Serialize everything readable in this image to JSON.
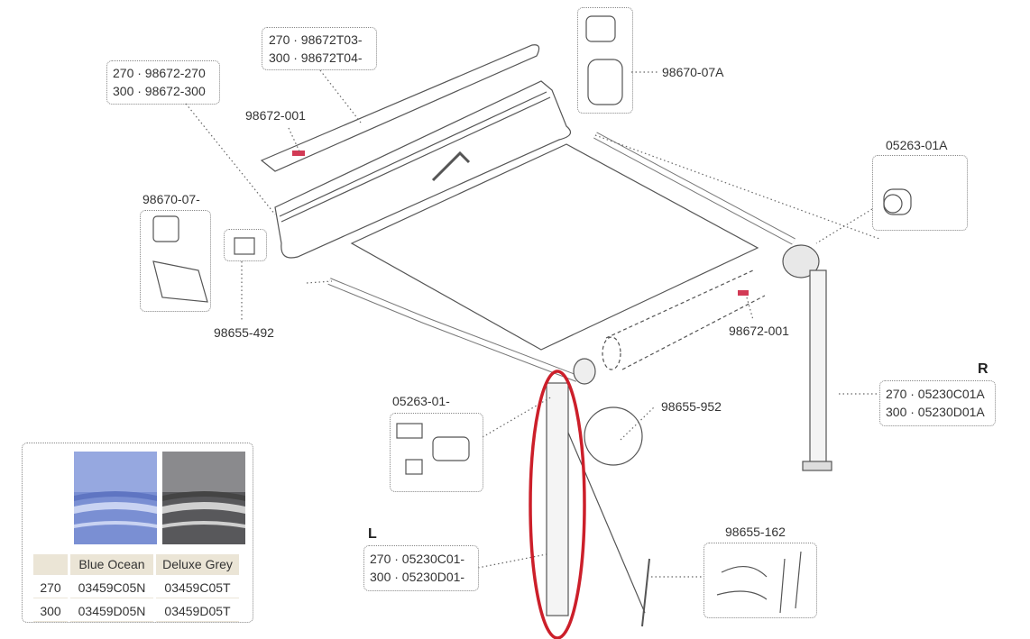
{
  "labels": {
    "top_cover": [
      "270 · 98672T03-",
      "300 · 98672T04-"
    ],
    "roller_tube": [
      "270 · 98672-270",
      "300 · 98672-300"
    ],
    "cap_left": "98672-001",
    "end_cap_right": "98670-07A",
    "joint_right": "05263-01A",
    "end_cap_left": "98670-07-",
    "bracket": "98655-492",
    "cap_right": "98672-001",
    "right_side": "R",
    "leg_right": [
      "270 · 05230C01A",
      "300 · 05230D01A"
    ],
    "joint_left": "05263-01-",
    "pin": "98655-952",
    "left_side": "L",
    "leg_left": [
      "270 · 05230C01-",
      "300 · 05230D01-"
    ],
    "tie_down_kit": "98655-162"
  },
  "fabric_table": {
    "colors": [
      {
        "name": "Blue Ocean",
        "base": "#7087cf",
        "light": "#a9b9e6"
      },
      {
        "name": "Deluxe Grey",
        "base": "#5b5b5e",
        "light": "#c9c9c9"
      }
    ],
    "rows": [
      {
        "size": "270",
        "codes": [
          "03459C05N",
          "03459C05T"
        ]
      },
      {
        "size": "300",
        "codes": [
          "03459D05N",
          "03459D05T"
        ]
      }
    ]
  },
  "highlight_color": "#cc1f2a"
}
